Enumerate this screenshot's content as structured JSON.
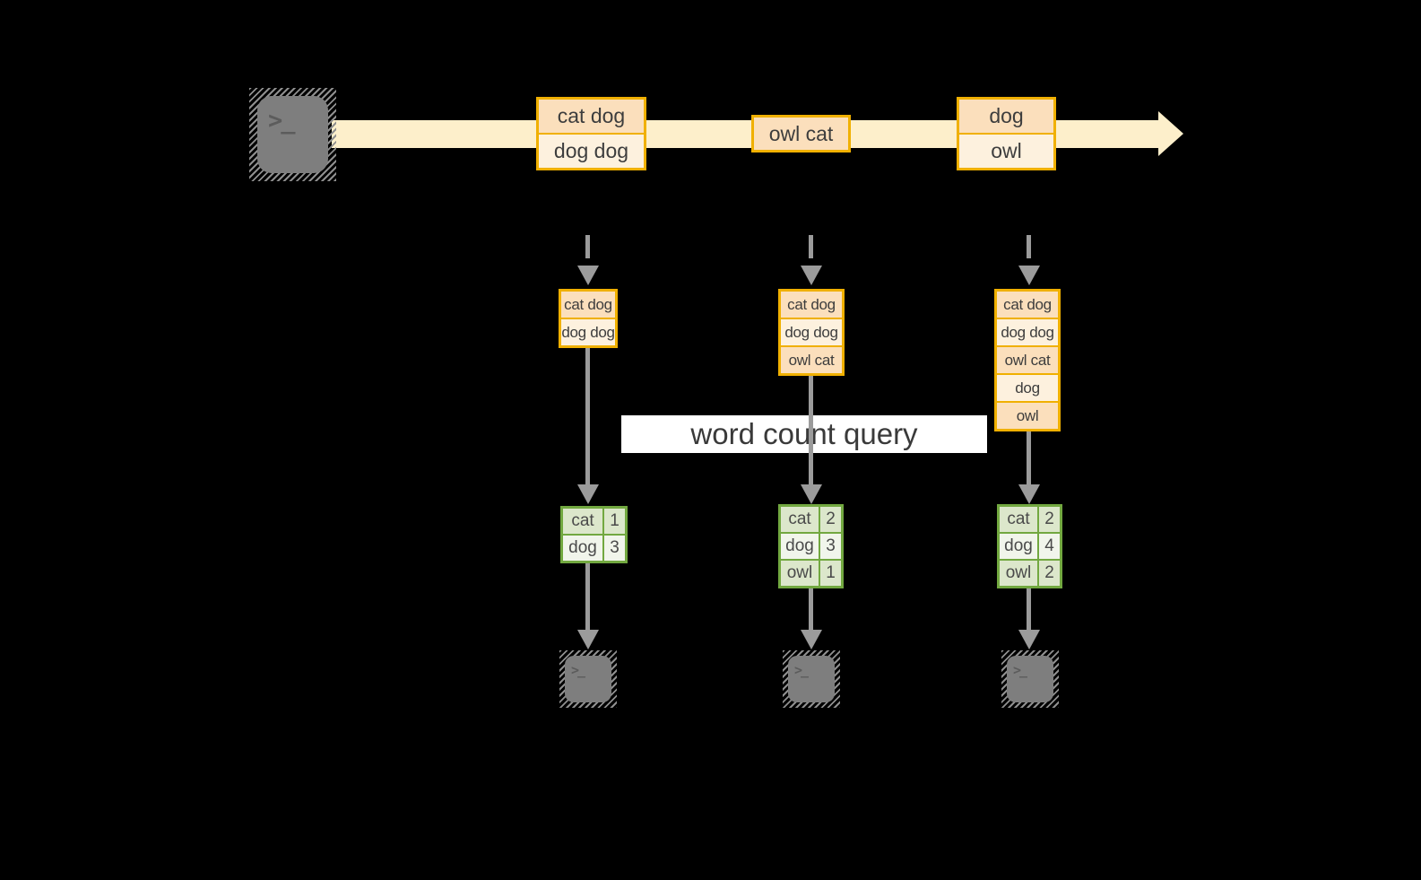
{
  "overlay": {
    "label": "word count query"
  },
  "terminal": {
    "glyph": ">_"
  },
  "colors": {
    "background": "#000000",
    "stream_band": "#FDEFCB",
    "record_border": "#F0B000",
    "record_row_peach": "#FBDFBC",
    "record_row_cream": "#FDF1DE",
    "table_border": "#72A840",
    "table_cell_sage": "#DCE7CB",
    "table_cell_white": "#F1F5EB",
    "arrow_gray": "#9B9B9B",
    "terminal_gray": "#7E7E7E",
    "banner_bg": "#FFFFFF"
  },
  "stream": {
    "batches": [
      {
        "rows": [
          "cat dog",
          "dog dog"
        ]
      },
      {
        "rows": [
          "owl cat"
        ]
      },
      {
        "rows": [
          "dog",
          "owl"
        ]
      }
    ]
  },
  "accumulated": [
    {
      "rows": [
        "cat dog",
        "dog dog"
      ]
    },
    {
      "rows": [
        "cat dog",
        "dog dog",
        "owl cat"
      ]
    },
    {
      "rows": [
        "cat dog",
        "dog dog",
        "owl cat",
        "dog",
        "owl"
      ]
    }
  ],
  "count_tables": [
    {
      "rows": [
        {
          "word": "cat",
          "count": "1"
        },
        {
          "word": "dog",
          "count": "3"
        }
      ]
    },
    {
      "rows": [
        {
          "word": "cat",
          "count": "2"
        },
        {
          "word": "dog",
          "count": "3"
        },
        {
          "word": "owl",
          "count": "1"
        }
      ]
    },
    {
      "rows": [
        {
          "word": "cat",
          "count": "2"
        },
        {
          "word": "dog",
          "count": "4"
        },
        {
          "word": "owl",
          "count": "2"
        }
      ]
    }
  ]
}
